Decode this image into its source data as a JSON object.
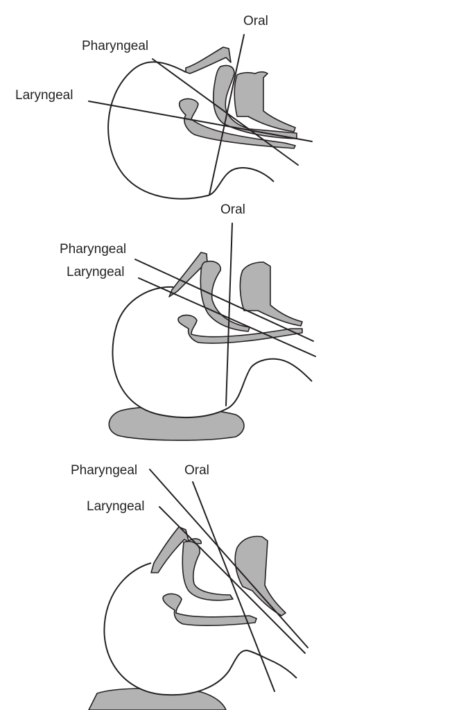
{
  "figure": {
    "panels": [
      {
        "id": "panel-1",
        "axes": [
          {
            "key": "oral",
            "label": "Oral"
          },
          {
            "key": "pharyngeal",
            "label": "Pharyngeal"
          },
          {
            "key": "laryngeal",
            "label": "Laryngeal"
          }
        ]
      },
      {
        "id": "panel-2",
        "axes": [
          {
            "key": "oral",
            "label": "Oral"
          },
          {
            "key": "pharyngeal",
            "label": "Pharyngeal"
          },
          {
            "key": "laryngeal",
            "label": "Laryngeal"
          }
        ]
      },
      {
        "id": "panel-3",
        "axes": [
          {
            "key": "oral",
            "label": "Oral"
          },
          {
            "key": "pharyngeal",
            "label": "Pharyngeal"
          },
          {
            "key": "laryngeal",
            "label": "Laryngeal"
          }
        ]
      }
    ],
    "colors": {
      "stroke": "#231f20",
      "tissue_fill": "#b3b3b3",
      "background": "#ffffff"
    }
  }
}
